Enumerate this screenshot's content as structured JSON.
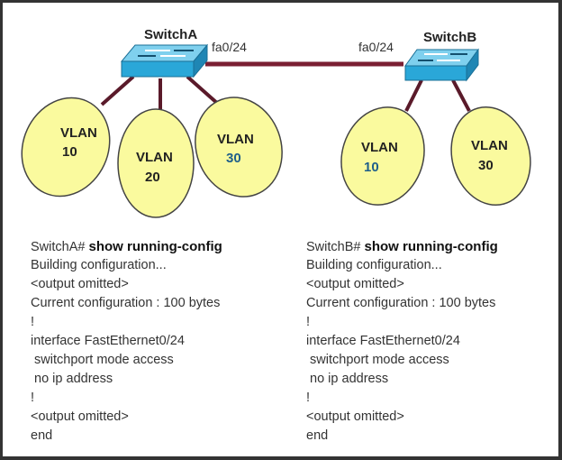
{
  "switches": [
    {
      "name": "SwitchA",
      "port": "fa0/24"
    },
    {
      "name": "SwitchB",
      "port": "fa0/24"
    }
  ],
  "vlans_a": [
    {
      "label": "VLAN",
      "id": "10"
    },
    {
      "label": "VLAN",
      "id": "20"
    },
    {
      "label": "VLAN",
      "id": "30"
    }
  ],
  "vlans_b": [
    {
      "label": "VLAN",
      "id": "10"
    },
    {
      "label": "VLAN",
      "id": "30"
    }
  ],
  "configs": [
    {
      "prompt": "SwitchA#",
      "command": "show running-config",
      "lines": [
        "Building configuration...",
        "<output omitted>",
        "Current configuration : 100 bytes",
        "!",
        "interface FastEthernet0/24",
        " switchport mode access",
        " no ip address",
        "!",
        "<output omitted>",
        "end"
      ]
    },
    {
      "prompt": "SwitchB#",
      "command": "show running-config",
      "lines": [
        "Building configuration...",
        "<output omitted>",
        "Current configuration : 100 bytes",
        "!",
        "interface FastEthernet0/24",
        " switchport mode access",
        " no ip address",
        "!",
        "<output omitted>",
        "end"
      ]
    }
  ],
  "colors": {
    "link": "#7a1f33",
    "switch": "#2aa7d8",
    "vlan_fill": "#fafa9e"
  }
}
